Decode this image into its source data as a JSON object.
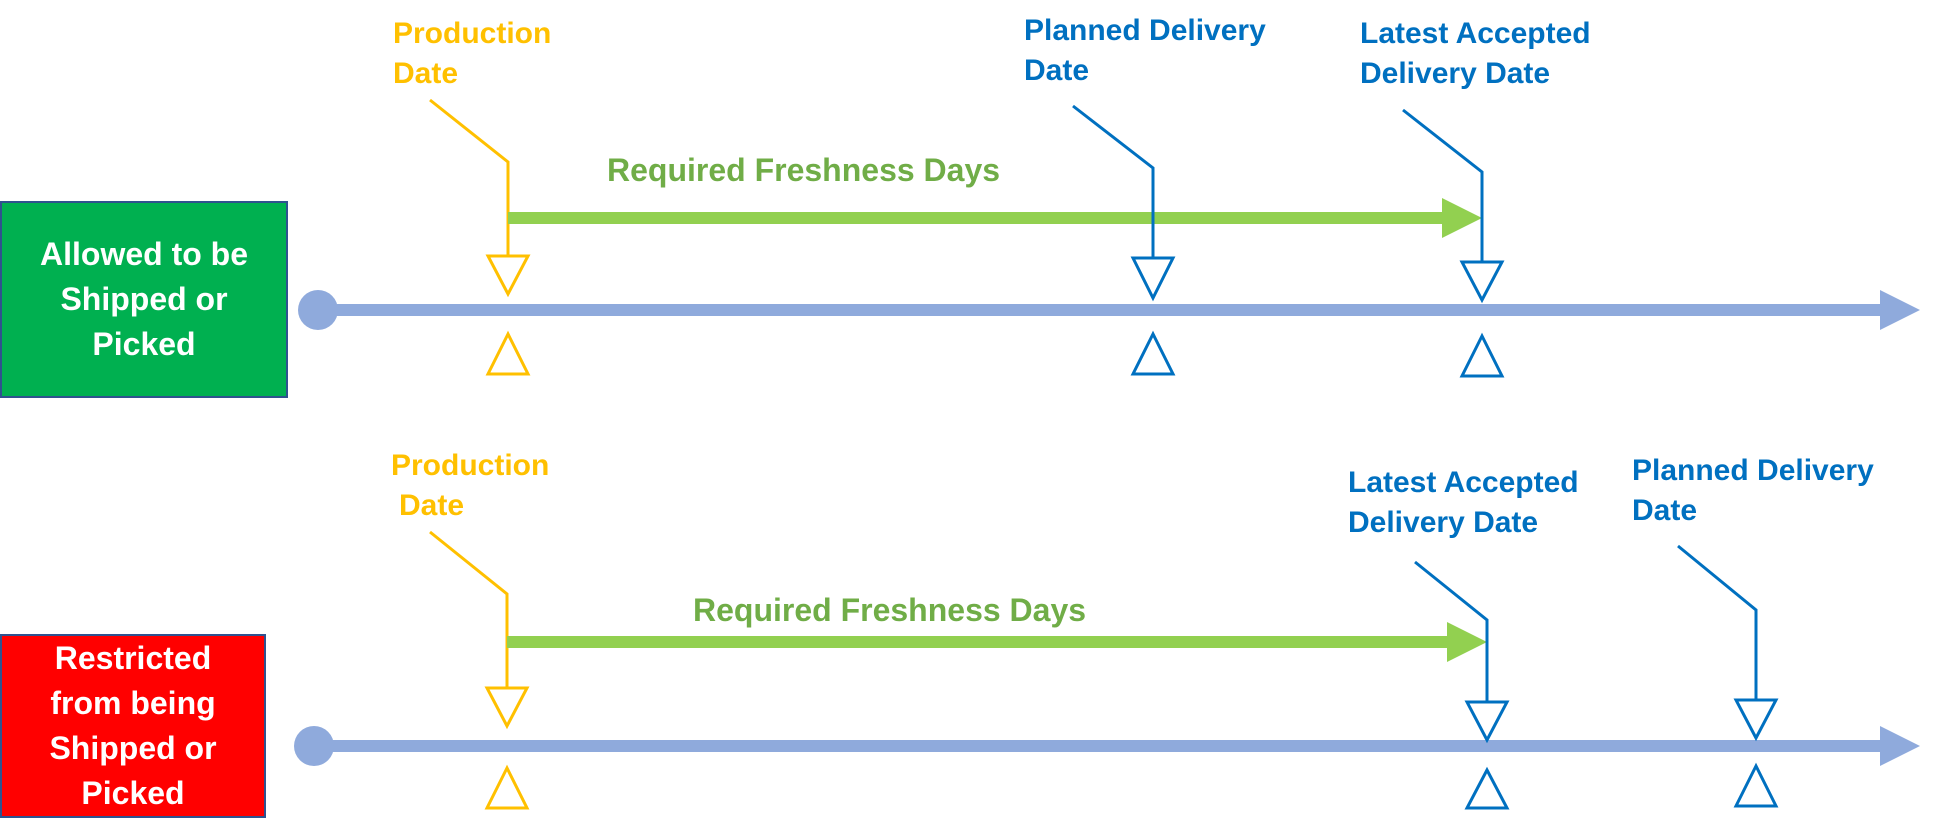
{
  "colors": {
    "production": "#FFC000",
    "delivery": "#0070C0",
    "freshness": "#92D050",
    "freshness_text": "#70AD47",
    "timeline": "#8FAADC",
    "allowed": "#00B050",
    "restricted": "#FF0000"
  },
  "allowed": {
    "status_lines": [
      "Allowed to be",
      "Shipped or",
      "Picked"
    ],
    "production_label": [
      "Production",
      "Date"
    ],
    "planned_label": [
      "Planned Delivery",
      "Date"
    ],
    "latest_label": [
      "Latest Accepted",
      "Delivery Date"
    ],
    "freshness_label": "Required Freshness Days"
  },
  "restricted": {
    "status_lines": [
      "Restricted",
      "from being",
      "Shipped or",
      "Picked"
    ],
    "production_label": [
      "Production",
      "Date"
    ],
    "latest_label": [
      "Latest Accepted",
      "Delivery Date"
    ],
    "planned_label": [
      "Planned Delivery",
      "Date"
    ],
    "freshness_label": "Required Freshness Days"
  }
}
